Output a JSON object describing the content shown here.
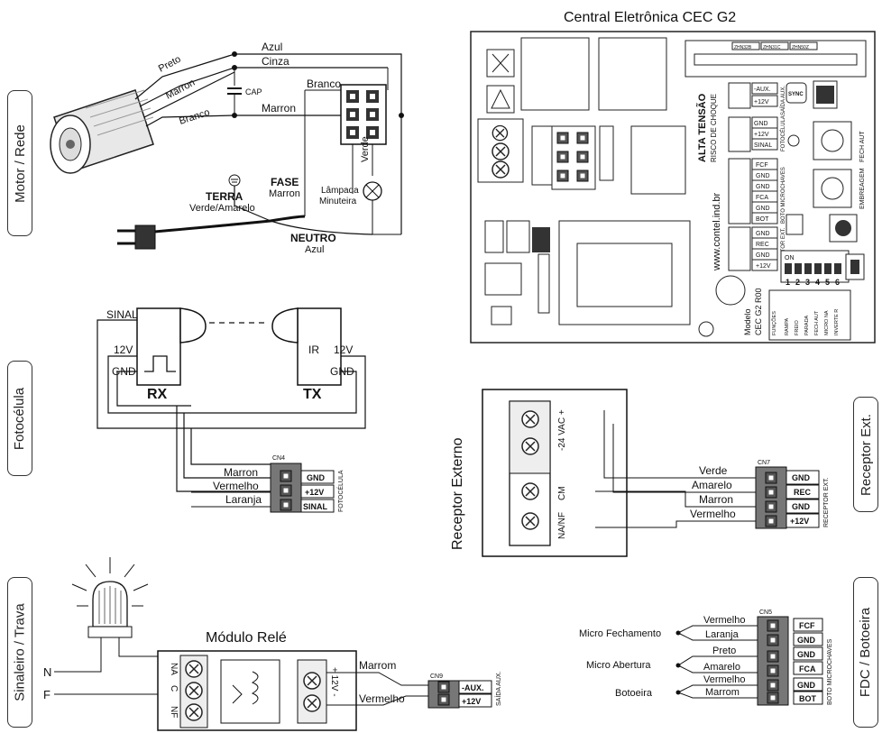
{
  "side_labels": {
    "motor": "Motor / Rede",
    "foto": "Fotocélula",
    "sinal": "Sinaleiro / Trava",
    "receptor_ext": "Receptor Ext.",
    "fdc": "FDC / Botoeira"
  },
  "motor": {
    "wires": [
      "Azul",
      "Preto",
      "Cinza",
      "Marron",
      "Branco",
      "Marron",
      "Branco"
    ],
    "cap": "CAP",
    "terra": "TERRA",
    "terra_sub": "Verde/Amarelo",
    "fase": "FASE",
    "fase_sub": "Marron",
    "verde": "Verde",
    "lampada": "Lâmpada",
    "minuteira": "Minuteira",
    "neutro": "NEUTRO",
    "neutro_sub": "Azul"
  },
  "central": {
    "title": "Central Eletrônica CEC G2",
    "alta": "ALTA TENSÃO",
    "risco": "RISCO DE CHOQUE",
    "url": "www.contel.ind.br",
    "modelo": "Modelo",
    "modelo_name": "CEC G2 R00",
    "fech_aut": "FECH AUT",
    "embreagem": "EMBREAGEM",
    "sync": "SYNC",
    "cn9": [
      "-AUX.",
      "+12V"
    ],
    "cn4": [
      "GND",
      "+12V",
      "SINAL"
    ],
    "cn5": [
      "FCF",
      "GND",
      "GND",
      "FCA",
      "GND",
      "BOT"
    ],
    "cn7": [
      "GND",
      "REC",
      "GND",
      "+12V"
    ],
    "dip_numbers": [
      "1",
      "2",
      "3",
      "4",
      "5",
      "6"
    ],
    "funcoes": [
      "RAMPA",
      "FREIO",
      "PARADA",
      "FECH AUT",
      "MICRO NA",
      "INVERTE R"
    ],
    "funcoes_title": "FUNÇÕES",
    "on": "ON",
    "saida_aux": "SAÍDA AUX.",
    "fotocelula": "FOTOCÉLULA",
    "boto_micro": "BOTO MICROCHAVES",
    "receptor_ext": "RECEPTOR EXT.",
    "zhn": [
      "ZHN32B",
      "ZHN31C",
      "ZHN50Z"
    ]
  },
  "foto": {
    "sinal": "SINAL",
    "v12_rx": "12V",
    "gnd_rx": "GND",
    "rx": "RX",
    "ir": "IR",
    "v12_tx": "12V",
    "gnd_tx": "GND",
    "tx": "TX",
    "wires": [
      "Marron",
      "Vermelho",
      "Laranja"
    ],
    "cn4_label": "CN4",
    "cn4": [
      "GND",
      "+12V",
      "SINAL"
    ],
    "cn4_side": "FOTOCÉLULA"
  },
  "receptor": {
    "title": "Receptor Externo",
    "terminals": [
      "-24 VAC +",
      "CM",
      "NA/NF"
    ],
    "wires": [
      "Verde",
      "Amarelo",
      "Marron",
      "Vermelho"
    ],
    "cn7_label": "CN7",
    "cn7": [
      "GND",
      "REC",
      "GND",
      "+12V"
    ],
    "cn7_side": "RECEPTOR EXT."
  },
  "sinaleiro": {
    "modulo": "Módulo Relé",
    "n": "N",
    "f": "F",
    "terminals": [
      "NA",
      "C",
      "NF"
    ],
    "power": "+ 12V -",
    "wires": [
      "Marrom",
      "Vermelho"
    ],
    "cn9_label": "CN9",
    "cn9": [
      "-AUX.",
      "+12V"
    ],
    "cn9_side": "SAÍDA AUX."
  },
  "fdc": {
    "micro_fech": "Micro Fechamento",
    "micro_abert": "Micro Abertura",
    "botoeira": "Botoeira",
    "wires": [
      "Vermelho",
      "Laranja",
      "Preto",
      "Amarelo",
      "Vermelho",
      "Marrom"
    ],
    "cn5_label": "CN5",
    "cn5": [
      "FCF",
      "GND",
      "GND",
      "FCA",
      "GND",
      "BOT"
    ],
    "cn5_side": "BOTO MICROCHAVES"
  }
}
